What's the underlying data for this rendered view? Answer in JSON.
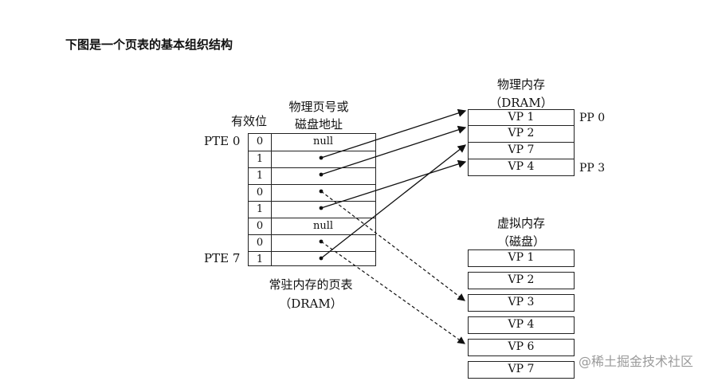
{
  "heading": "下图是一个页表的基本组织结构",
  "labels": {
    "valid_bit": "有效位",
    "phys_page_line1": "物理页号或",
    "phys_page_line2": "磁盘地址",
    "pte0": "PTE 0",
    "pte7": "PTE 7",
    "page_table_line1": "常驻内存的页表",
    "page_table_line2": "（DRAM）",
    "phys_mem_title": "物理内存",
    "phys_mem_sub": "（DRAM）",
    "virt_mem_title": "虚拟内存",
    "virt_mem_sub": "（磁盘）",
    "pp0": "PP 0",
    "pp3": "PP 3"
  },
  "page_table_rows": [
    {
      "valid": "0",
      "addr": "null"
    },
    {
      "valid": "1",
      "addr": ""
    },
    {
      "valid": "1",
      "addr": ""
    },
    {
      "valid": "0",
      "addr": ""
    },
    {
      "valid": "1",
      "addr": ""
    },
    {
      "valid": "0",
      "addr": "null"
    },
    {
      "valid": "0",
      "addr": ""
    },
    {
      "valid": "1",
      "addr": ""
    }
  ],
  "physical_memory": [
    "VP 1",
    "VP 2",
    "VP 7",
    "VP 4"
  ],
  "virtual_memory": [
    "VP 1",
    "VP 2",
    "VP 3",
    "VP 4",
    "VP 6",
    "VP 7"
  ],
  "watermark": "@稀土掘金技术社区"
}
